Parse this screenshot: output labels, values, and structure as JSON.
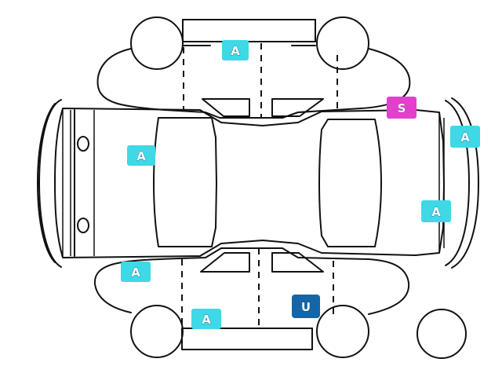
{
  "diagram": {
    "markers": [
      {
        "id": "a-hood",
        "code": "A",
        "color": "#3fd8e6"
      },
      {
        "id": "a-rear-door-left",
        "code": "A",
        "color": "#3fd8e6"
      },
      {
        "id": "a-rear-fender-left",
        "code": "A",
        "color": "#3fd8e6"
      },
      {
        "id": "a-front-door-left",
        "code": "A",
        "color": "#3fd8e6"
      },
      {
        "id": "s-front-right",
        "code": "S",
        "color": "#e23fcf"
      },
      {
        "id": "a-front-bumper",
        "code": "A",
        "color": "#3fd8e6"
      },
      {
        "id": "a-front-right-corner",
        "code": "A",
        "color": "#3fd8e6"
      },
      {
        "id": "u-right-front-door",
        "code": "U",
        "color": "#1466a8"
      }
    ]
  }
}
